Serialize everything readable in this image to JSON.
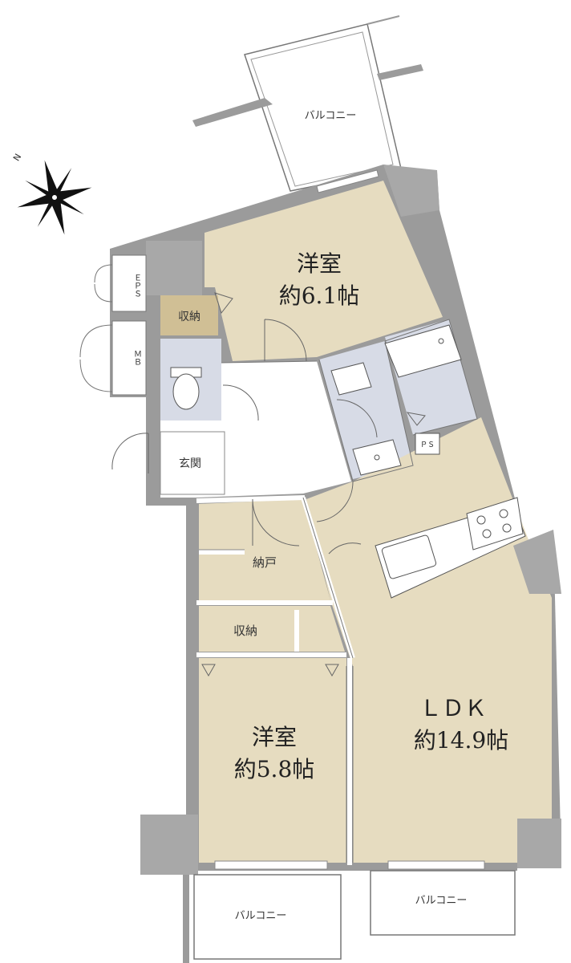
{
  "compass": {
    "north_label": "N"
  },
  "rooms": {
    "western_1": {
      "name": "洋室",
      "size": "約6.1帖"
    },
    "western_2": {
      "name": "洋室",
      "size": "約5.8帖"
    },
    "ldk": {
      "name": "ＬＤＫ",
      "size": "約14.9帖"
    },
    "storeroom": {
      "name": "納戸"
    },
    "closet_top": {
      "name": "収納"
    },
    "closet_mid": {
      "name": "収納"
    },
    "entrance": {
      "name": "玄関"
    },
    "eps": {
      "name": "ＥＰＳ"
    },
    "mb": {
      "name": "ＭＢ"
    },
    "ps": {
      "name": "ＰＳ"
    }
  },
  "balconies": {
    "top": "バルコニー",
    "bottom_left": "バルコニー",
    "bottom_right": "バルコニー"
  },
  "colors": {
    "room_fill": "#e6dcc0",
    "closet_fill": "#d0bf95",
    "wet_fill": "#d7dbe6",
    "wall": "#9b9b9b",
    "pillar": "#a8a8a8",
    "floor_white": "#ffffff",
    "line": "#555555"
  }
}
